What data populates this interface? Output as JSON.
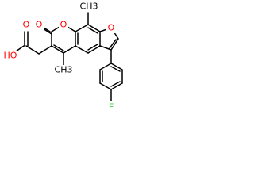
{
  "colors": {
    "bond": "#000000",
    "oxygen": "#ff0000",
    "fluorine": "#32cd32",
    "carbon_label": "#000000"
  },
  "labels": {
    "carboxylic_oh": "HO",
    "carboxylic_o": "O",
    "lactone_carbonyl_o": "O",
    "pyranone_ring_o": "O",
    "furan_ring_o": "O",
    "methyl_top": "CH3",
    "methyl_bottom": "CH3",
    "fluorine": "F"
  }
}
